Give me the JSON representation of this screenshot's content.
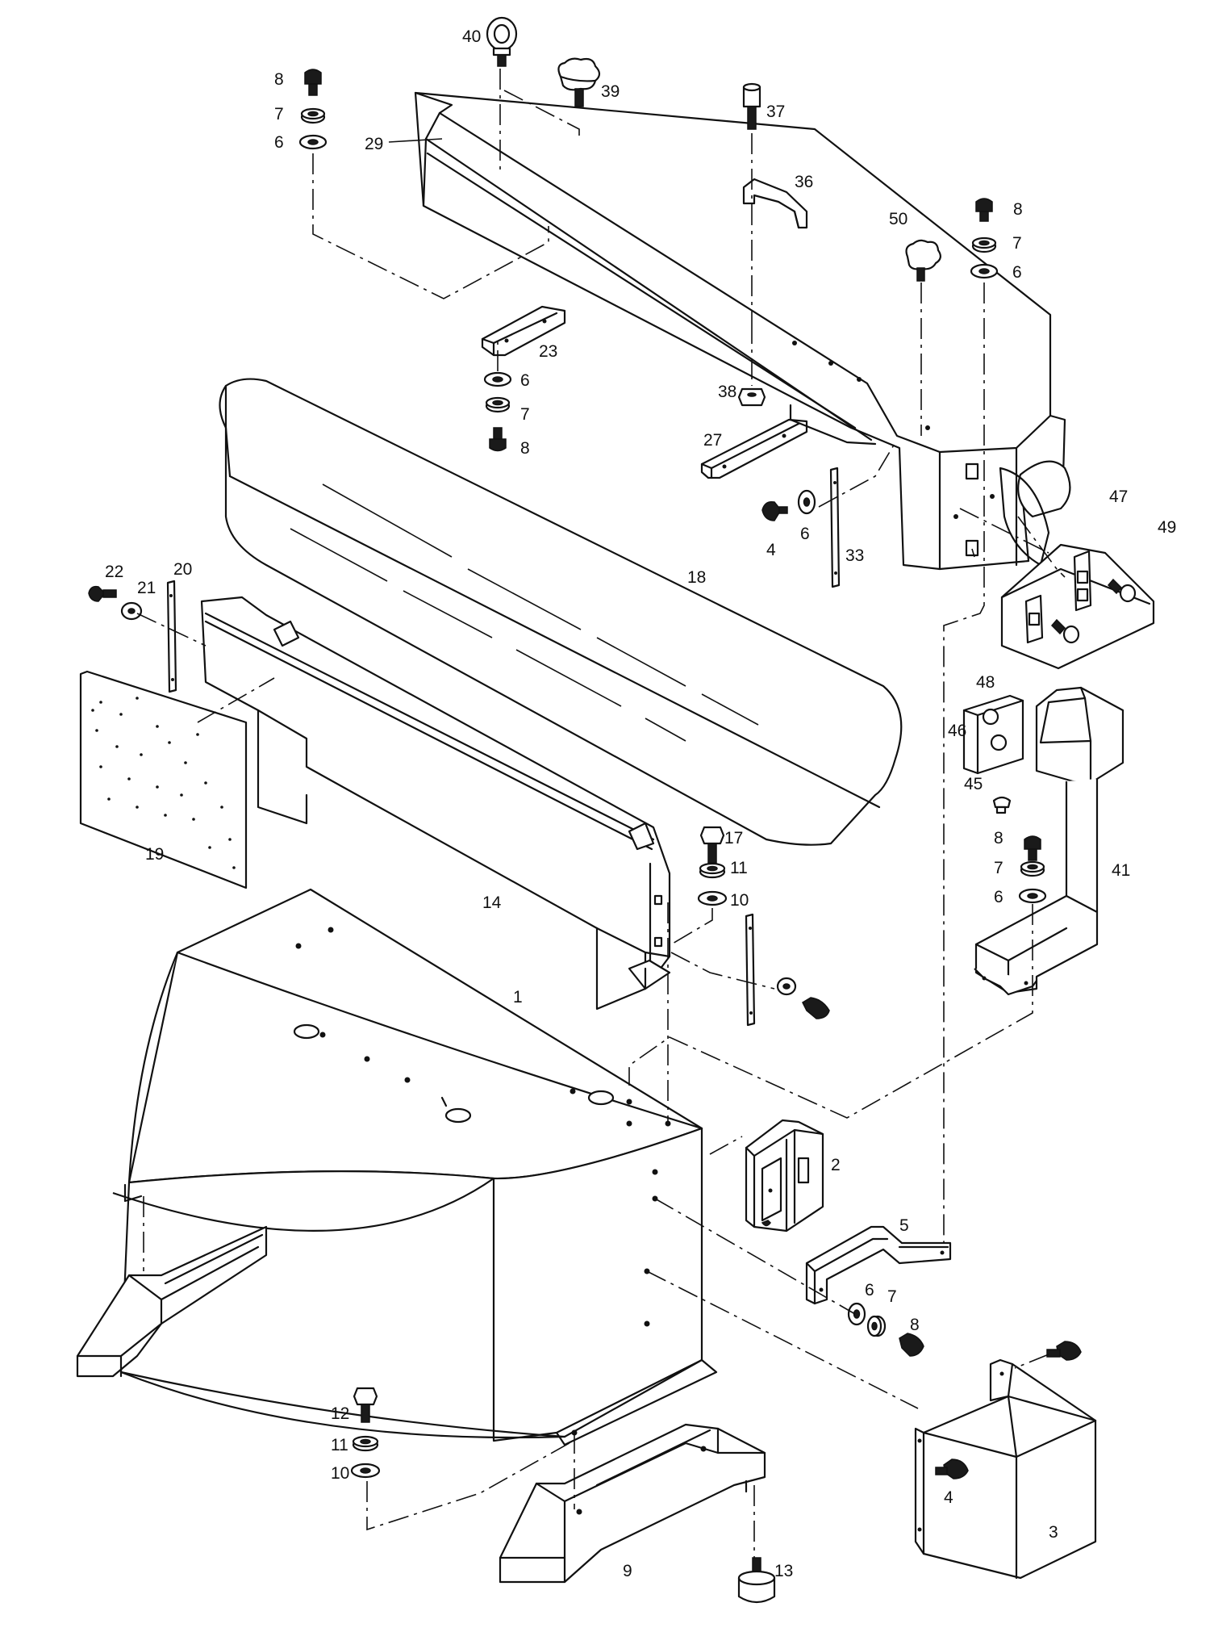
{
  "labels": [
    {
      "text": "1"
    },
    {
      "text": "2"
    },
    {
      "text": "3"
    },
    {
      "text": "4"
    },
    {
      "text": "4"
    },
    {
      "text": "5"
    },
    {
      "text": "6"
    },
    {
      "text": "6"
    },
    {
      "text": "6"
    },
    {
      "text": "6"
    },
    {
      "text": "6"
    },
    {
      "text": "6"
    },
    {
      "text": "7"
    },
    {
      "text": "7"
    },
    {
      "text": "7"
    },
    {
      "text": "7"
    },
    {
      "text": "7"
    },
    {
      "text": "8"
    },
    {
      "text": "8"
    },
    {
      "text": "8"
    },
    {
      "text": "8"
    },
    {
      "text": "8"
    },
    {
      "text": "9"
    },
    {
      "text": "10"
    },
    {
      "text": "10"
    },
    {
      "text": "11"
    },
    {
      "text": "11"
    },
    {
      "text": "12"
    },
    {
      "text": "13"
    },
    {
      "text": "14"
    },
    {
      "text": "17"
    },
    {
      "text": "18"
    },
    {
      "text": "19"
    },
    {
      "text": "20"
    },
    {
      "text": "21"
    },
    {
      "text": "22"
    },
    {
      "text": "23"
    },
    {
      "text": "27"
    },
    {
      "text": "29"
    },
    {
      "text": "33"
    },
    {
      "text": "36"
    },
    {
      "text": "37"
    },
    {
      "text": "38"
    },
    {
      "text": "39"
    },
    {
      "text": "40"
    },
    {
      "text": "41"
    },
    {
      "text": "45"
    },
    {
      "text": "46"
    },
    {
      "text": "47"
    },
    {
      "text": "48"
    },
    {
      "text": "49"
    },
    {
      "text": "50"
    }
  ]
}
